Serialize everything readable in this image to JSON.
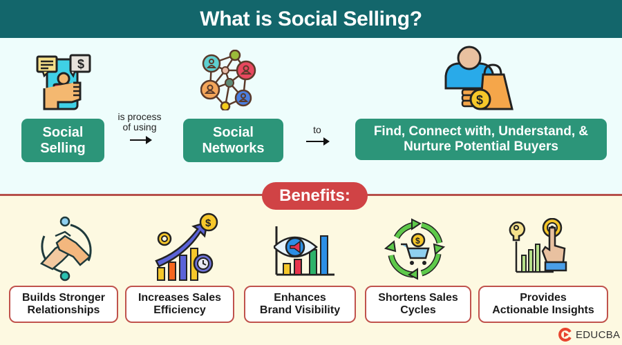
{
  "header": {
    "title": "What is Social Selling?"
  },
  "definition": {
    "subject": {
      "label": "Social Selling",
      "icon": "phone-chat-icon"
    },
    "connector1": {
      "text": "is process of using",
      "line1": "is process",
      "line2": "of using"
    },
    "means": {
      "label": "Social Networks",
      "icon": "network-icon"
    },
    "connector2": {
      "text": "to"
    },
    "goal": {
      "line1": "Find, Connect with, Understand, &",
      "line2": "Nurture Potential Buyers",
      "icon": "buyer-shopping-icon"
    }
  },
  "benefits": {
    "title": "Benefits:",
    "items": [
      {
        "line1": "Builds Stronger",
        "line2": "Relationships",
        "icon": "handshake-icon"
      },
      {
        "line1": "Increases Sales",
        "line2": "Efficiency",
        "icon": "growth-chart-icon"
      },
      {
        "line1": "Enhances",
        "line2": "Brand Visibility",
        "icon": "eye-chart-icon"
      },
      {
        "line1": "Shortens Sales",
        "line2": "Cycles",
        "icon": "cart-cycle-icon"
      },
      {
        "line1": "Provides",
        "line2": "Actionable Insights",
        "icon": "insight-touch-icon"
      }
    ]
  },
  "brand": {
    "name": "EDUCBA"
  },
  "colors": {
    "header_bg": "#13666b",
    "top_bg": "#eefdfc",
    "bottom_bg": "#fdf9e1",
    "green_box": "#2c9579",
    "benefit_red": "#d04345",
    "card_border": "#c0524c"
  }
}
